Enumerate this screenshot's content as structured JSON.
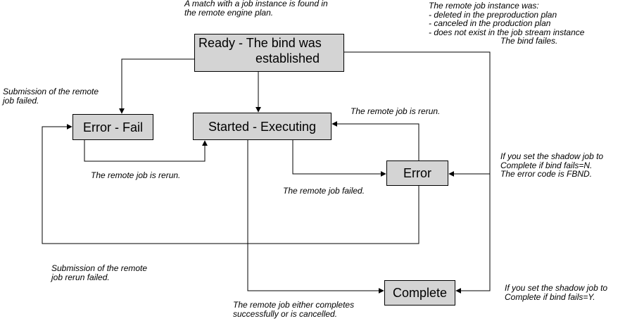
{
  "states": {
    "ready": [
      "Ready - The bind was",
      "established"
    ],
    "error_fail": "Error - Fail",
    "started": "Started - Executing",
    "error": "Error",
    "complete": "Complete"
  },
  "notes": {
    "match_found": [
      "A match with a job instance is found in",
      "the remote engine plan."
    ],
    "not_found": [
      "The remote job instance was:",
      "- deleted in the preproduction plan",
      "- canceled in the production plan",
      "- does not exist in the job stream instance",
      "The bind failes."
    ],
    "submission_failed": [
      "Submission of the remote",
      "job failed."
    ],
    "rerun_top": "The remote job is rerun.",
    "rerun_bottom": "The remote job is rerun.",
    "job_failed": "The remote job failed.",
    "bind_fails_n": [
      "If you set the shadow job to",
      "Complete if bind fails=N.",
      "The error code is FBND."
    ],
    "rerun_submission_failed": [
      "Submission of the remote",
      "job rerun failed."
    ],
    "completes_or_cancelled": [
      "The remote job either completes",
      "successfully or is cancelled."
    ],
    "bind_fails_y": [
      "If you set the shadow job to",
      "Complete if bind fails=Y."
    ]
  }
}
